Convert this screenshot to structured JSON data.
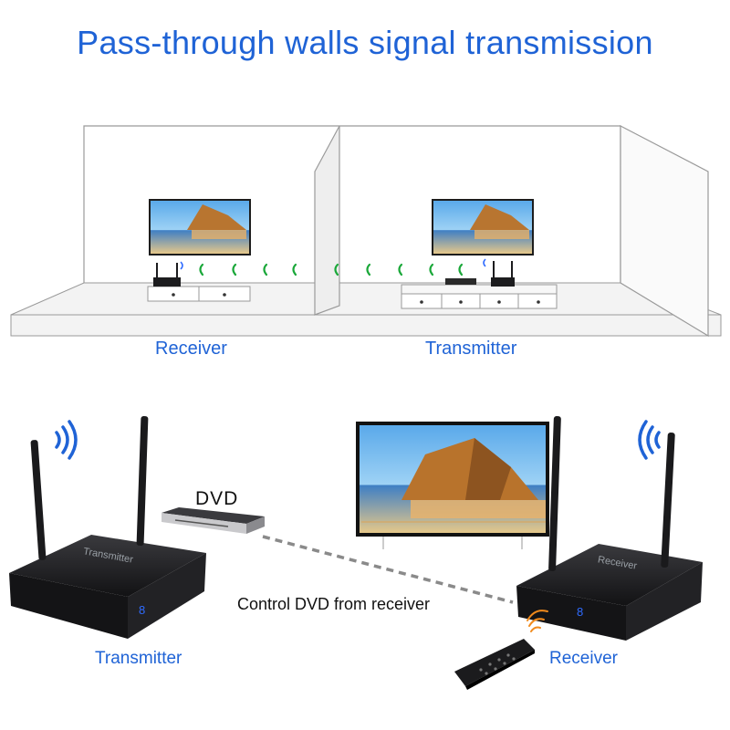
{
  "header": {
    "title": "Pass-through walls signal transmission"
  },
  "room_scene": {
    "left_room_label": "Receiver",
    "right_room_label": "Transmitter"
  },
  "device_scene": {
    "dvd_label": "DVD",
    "caption": "Control DVD from receiver",
    "transmitter_label": "Transmitter",
    "receiver_label": "Receiver",
    "transmitter_box_text": "Transmitter",
    "receiver_box_text": "Receiver",
    "channel_digit": "8"
  },
  "colors": {
    "accent": "#1f63d6",
    "signal": "#1ba83a",
    "device": "#1c1c1e",
    "led": "#2f6bff"
  },
  "icons": [
    "wifi-signal-icon",
    "ir-signal-icon",
    "remote-control-icon"
  ]
}
